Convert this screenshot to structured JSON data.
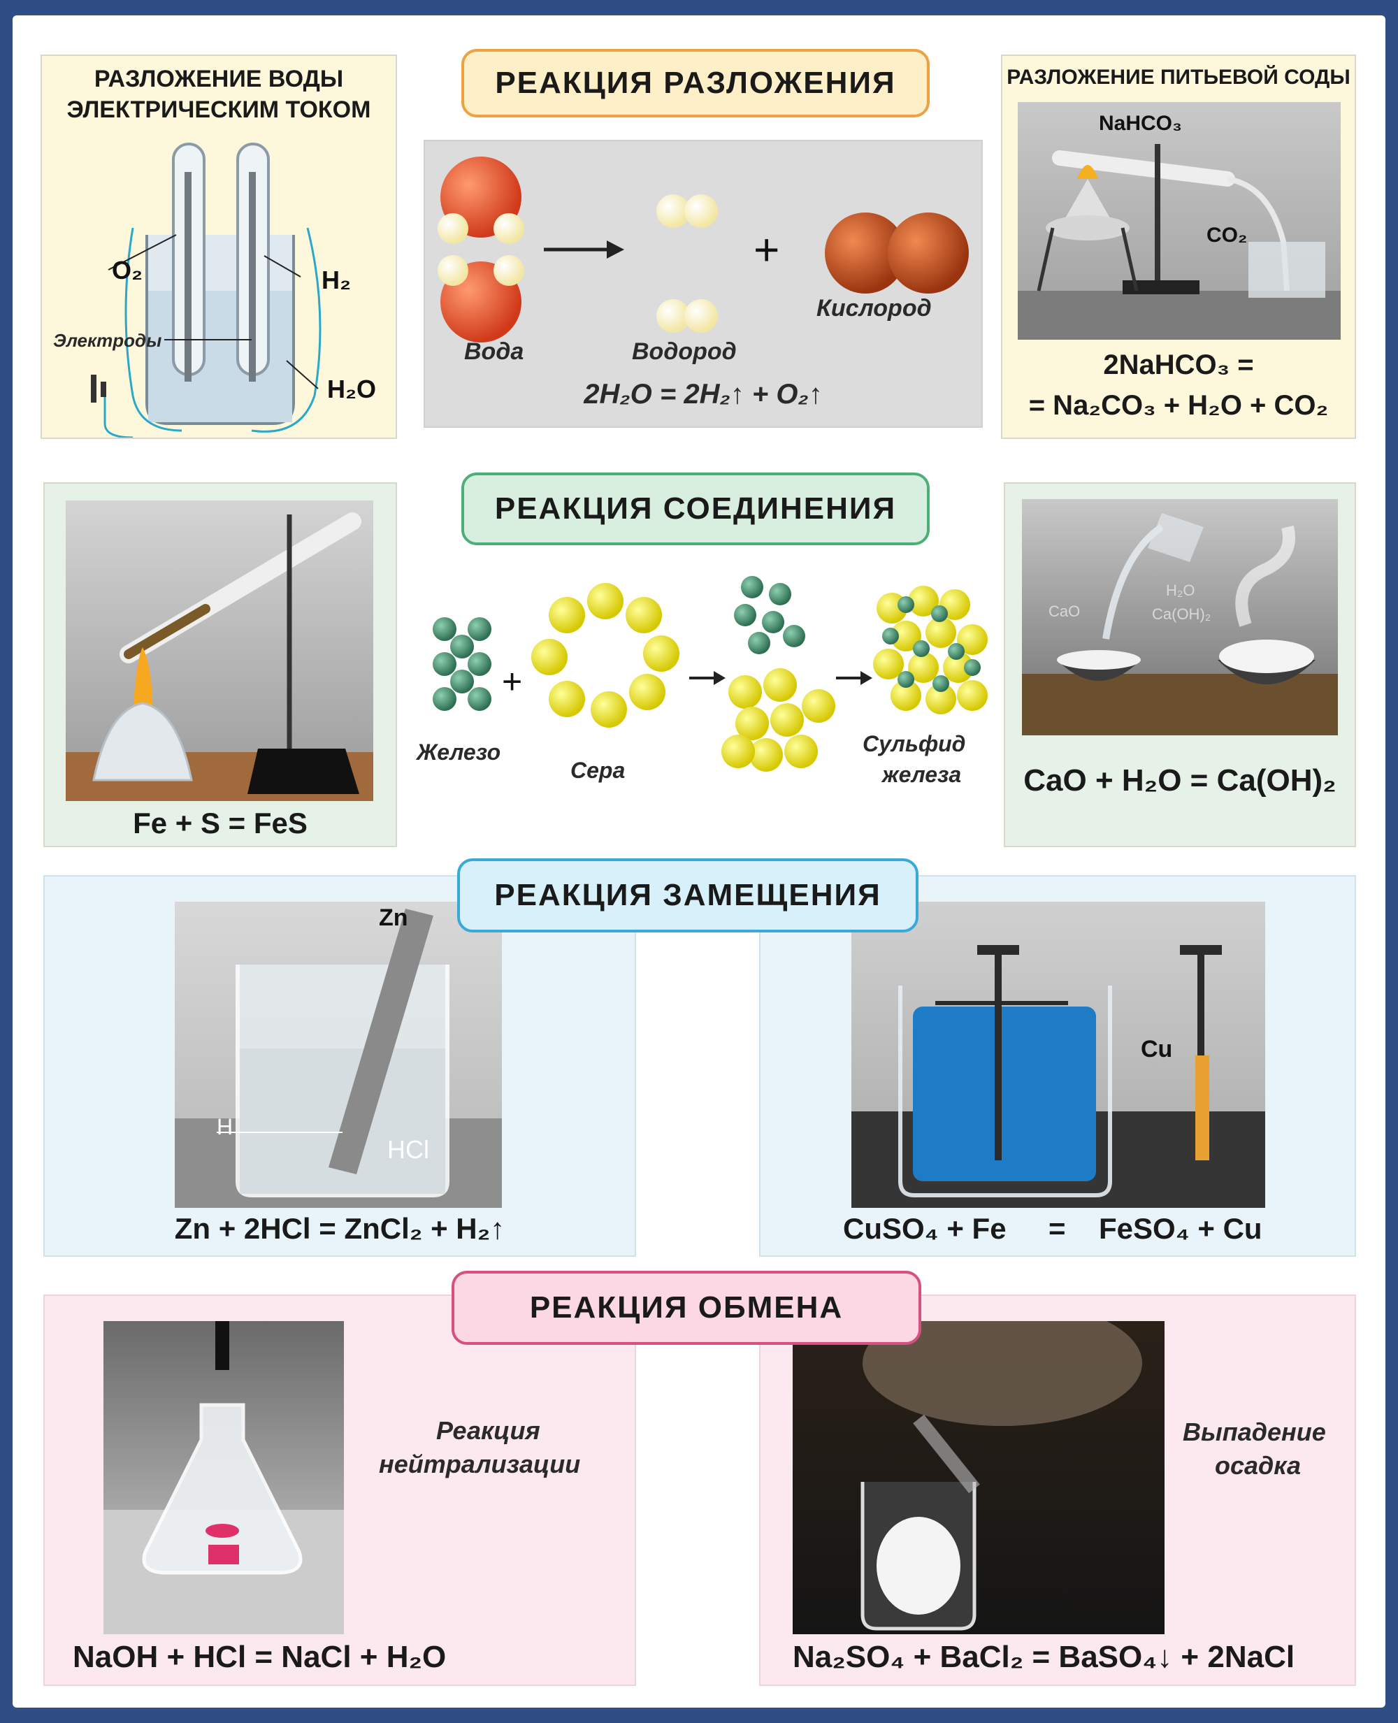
{
  "decomposition": {
    "title": "РЕАКЦИЯ РАЗЛОЖЕНИЯ",
    "water_electrolysis": {
      "title_line1": "РАЗЛОЖЕНИЕ ВОДЫ",
      "title_line2": "ЭЛЕКТРИЧЕСКИМ ТОКОМ",
      "label_o2": "O₂",
      "label_h2": "H₂",
      "label_electrodes": "Электроды",
      "label_h2o": "H₂O"
    },
    "model": {
      "water": "Вода",
      "hydrogen": "Водород",
      "oxygen": "Кислород",
      "plus": "+",
      "equation": "2H₂O = 2H₂↑ + O₂↑"
    },
    "soda": {
      "title": "РАЗЛОЖЕНИЕ ПИТЬЕВОЙ СОДЫ",
      "label_nahco3": "NaHCO₃",
      "label_co2": "CO₂",
      "equation_line1": "2NaHCO₃ =",
      "equation_line2": "= Na₂CO₃ + H₂O + CO₂"
    }
  },
  "combination": {
    "title": "РЕАКЦИЯ СОЕДИНЕНИЯ",
    "fe_s": {
      "equation": "Fe + S = FeS"
    },
    "model": {
      "iron": "Железо",
      "sulfur": "Сера",
      "sulfide_line1": "Сульфид",
      "sulfide_line2": "железа",
      "plus": "+"
    },
    "lime": {
      "equation": "CaO + H₂O = Ca(OH)₂",
      "label_cao": "CaO",
      "label_h2o": "H₂O",
      "label_caoh2": "Ca(OH)₂"
    }
  },
  "substitution": {
    "title": "РЕАКЦИЯ ЗАМЕЩЕНИЯ",
    "zinc": {
      "equation": "Zn + 2HCl = ZnCl₂ + H₂↑",
      "label_zn": "Zn",
      "label_h": "H",
      "label_hcl": "HCl"
    },
    "copper": {
      "equation_left": "CuSO₄ + Fe",
      "equals": "=",
      "equation_right": "FeSO₄ + Cu",
      "label_cu": "Cu"
    }
  },
  "exchange": {
    "title": "РЕАКЦИЯ ОБМЕНА",
    "neutralization": {
      "caption_line1": "Реакция",
      "caption_line2": "нейтрализации",
      "equation": "NaOH + HCl = NaCl + H₂O"
    },
    "precipitation": {
      "caption_line1": "Выпадение",
      "caption_line2": "осадка",
      "equation": "Na₂SO₄ + BaCl₂ = BaSO₄↓ + 2NaCl"
    }
  },
  "colors": {
    "frame": "#2f4e86",
    "decomp_pill": "#fdf0c8",
    "decomp_pill_border": "#f0a040",
    "combo_pill": "#d8efe0",
    "combo_pill_border": "#4caf78",
    "subst_pill": "#d8f0fa",
    "subst_pill_border": "#3aa8d8",
    "exch_pill": "#fbd8e4",
    "exch_pill_border": "#d85080"
  }
}
